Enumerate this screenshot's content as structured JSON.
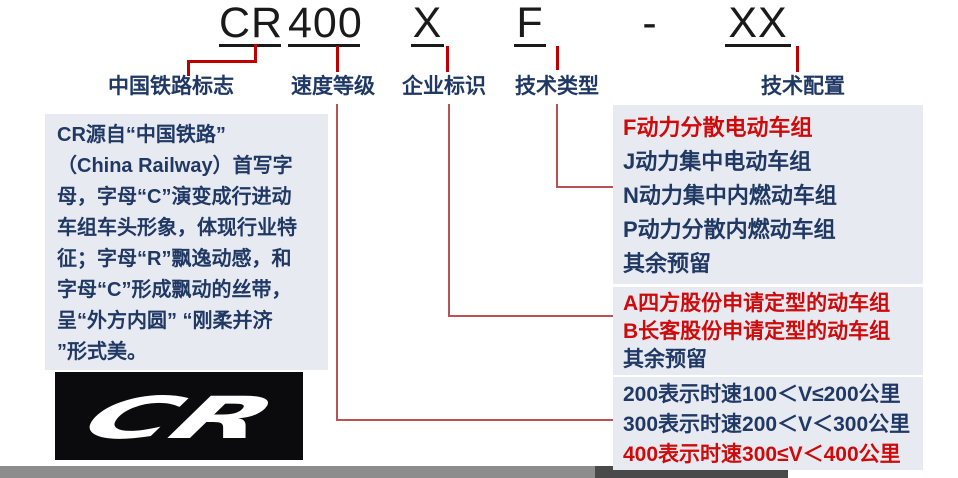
{
  "formula": {
    "railway_mark": "CR",
    "speed_grade": "400",
    "enterprise": "X",
    "tech_type": "F",
    "separator": "-",
    "tech_config": "XX"
  },
  "labels": {
    "railway_mark": "中国铁路标志",
    "speed_grade": "速度等级",
    "enterprise": "企业标识",
    "tech_type": "技术类型",
    "tech_config": "技术配置"
  },
  "description_box": {
    "lines": [
      "CR源自“中国铁路”",
      "（China Railway）首写字",
      "母，字母“C”演变成行进动",
      "车组车头形象，体现行业特",
      "征；字母“R”飘逸动感，和",
      "字母“C”形成飘动的丝带，",
      "呈“外方内圆” “刚柔并济",
      "”形式美。"
    ]
  },
  "logo": {
    "text": "CR"
  },
  "type_codes_box": {
    "items": [
      {
        "text": "F动力分散电动车组",
        "highlight": true
      },
      {
        "text": "J动力集中电动车组",
        "highlight": false
      },
      {
        "text": "N动力集中内燃动车组",
        "highlight": false
      },
      {
        "text": "P动力分散内燃动车组",
        "highlight": false
      },
      {
        "text": "其余预留",
        "highlight": false
      }
    ]
  },
  "enterprise_codes_box": {
    "items": [
      {
        "text": "A四方股份申请定型的动车组",
        "highlight": true
      },
      {
        "text": "B长客股份申请定型的动车组",
        "highlight": true
      },
      {
        "text": "其余预留",
        "highlight": false
      }
    ]
  },
  "speed_codes_box": {
    "items": [
      {
        "text": "200表示时速100＜V≤200公里",
        "highlight": false
      },
      {
        "text": "300表示时速200＜V＜300公里",
        "highlight": false
      },
      {
        "text": "400表示时速300≤V＜400公里",
        "highlight": true
      }
    ]
  },
  "colors": {
    "navy": "#1f3864",
    "red": "#cf0a0a",
    "line_red": "#c00000",
    "box_bg": "#e8eaf1",
    "bar": "#8d8d8d",
    "bar_dark": "#4a4a4a"
  }
}
